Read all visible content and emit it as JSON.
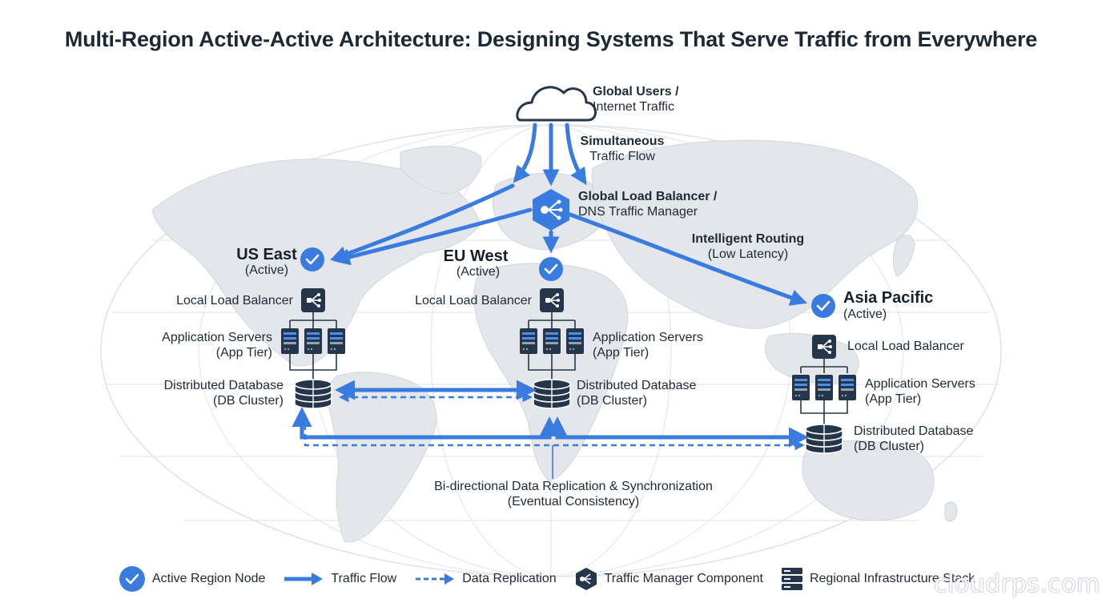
{
  "title": "Multi-Region Active-Active Architecture: Designing Systems That Serve Traffic from Everywhere",
  "global_users": {
    "line1": "Global Users /",
    "line2": "Internet Traffic"
  },
  "simultaneous": {
    "line1": "Simultaneous",
    "line2": "Traffic Flow"
  },
  "glb": {
    "line1": "Global Load Balancer /",
    "line2": "DNS Traffic Manager"
  },
  "routing": {
    "line1": "Intelligent Routing",
    "line2": "(Low Latency)"
  },
  "regions": [
    {
      "name": "US East",
      "status": "(Active)",
      "lb": "Local Load Balancer",
      "app1": "Application Servers",
      "app2": "(App Tier)",
      "db1": "Distributed Database",
      "db2": "(DB Cluster)"
    },
    {
      "name": "EU West",
      "status": "(Active)",
      "lb": "Local Load Balancer",
      "app1": "Application Servers",
      "app2": "(App Tier)",
      "db1": "Distributed Database",
      "db2": "(DB Cluster)"
    },
    {
      "name": "Asia Pacific",
      "status": "(Active)",
      "lb": "Local Load Balancer",
      "app1": "Application Servers",
      "app2": "(App Tier)",
      "db1": "Distributed Database",
      "db2": "(DB Cluster)"
    }
  ],
  "replication": {
    "line1": "Bi-directional Data Replication & Synchronization",
    "line2": "(Eventual Consistency)"
  },
  "legend": {
    "active": "Active Region Node",
    "traffic": "Traffic Flow",
    "replication": "Data Replication",
    "manager": "Traffic Manager Component",
    "stack": "Regional Infrastructure Stack"
  },
  "watermark": "cloudrps.com",
  "colors": {
    "accent": "#3a7be0",
    "dark": "#26364a",
    "map": "#e3e6ea"
  }
}
